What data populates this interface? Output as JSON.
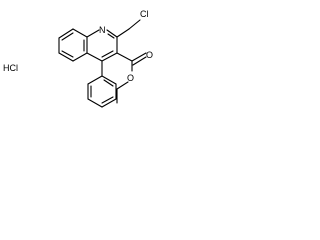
{
  "molecule": {
    "atoms": {
      "N": "N",
      "Cl": "Cl",
      "O_carbonyl": "O",
      "O_ester": "O",
      "salt": "HCl"
    }
  },
  "colors": {
    "ink": "#000000",
    "background": "#ffffff"
  }
}
